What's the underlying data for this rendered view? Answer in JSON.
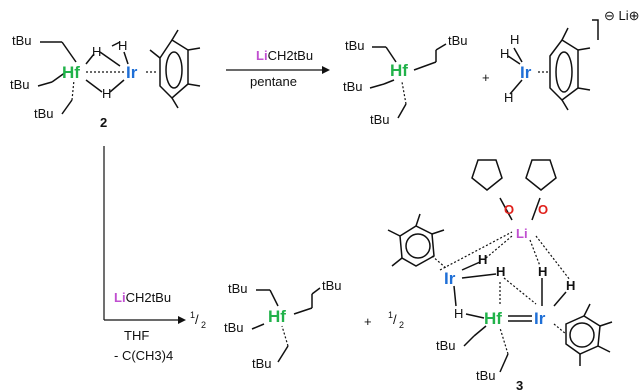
{
  "labels": {
    "tBu": "tBu",
    "Hf": "Hf",
    "Ir": "Ir",
    "H": "H",
    "Li": "Li",
    "O": "O",
    "compound_2": "2",
    "compound_3": "3",
    "half_num": "1",
    "half_den": "2",
    "plus": "+",
    "charge": "⊖ Li⊕"
  },
  "reaction1": {
    "reagent_li": "Li",
    "reagent_rest": "CH2tBu",
    "solvent": "pentane"
  },
  "reaction2": {
    "reagent_li": "Li",
    "reagent_rest": "CH2tBu",
    "solvent": "THF",
    "byproduct": "- C(CH3)4"
  },
  "colors": {
    "hafnium": "#21b24a",
    "iridium": "#1f6fd6",
    "lithium": "#c04fd0",
    "oxygen": "#e0201b"
  }
}
